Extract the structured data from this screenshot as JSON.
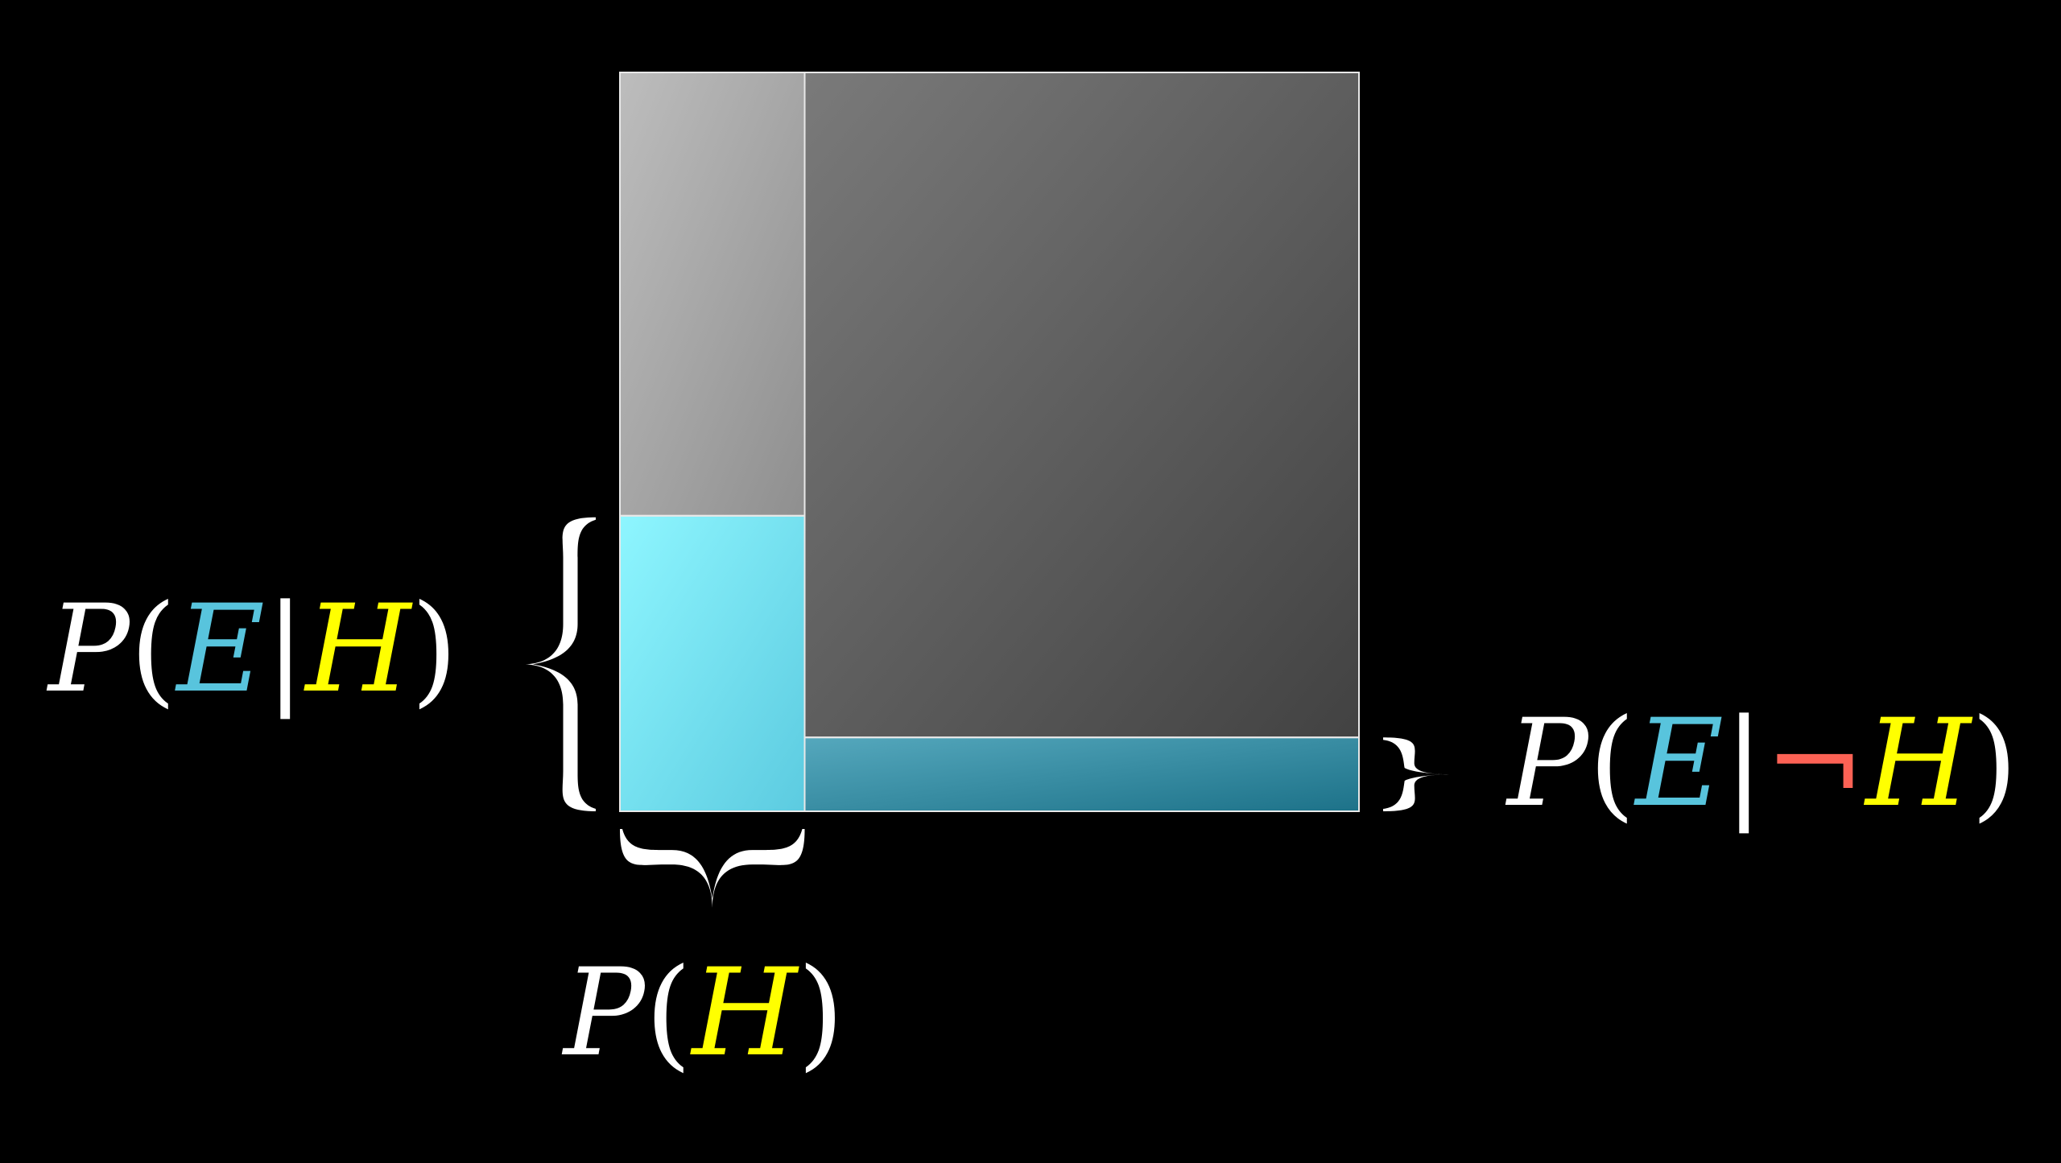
{
  "diagram": {
    "labels": {
      "p_e_given_h": {
        "P": "P",
        "open": "(",
        "E": "E",
        "bar": "|",
        "H": "H",
        "close": ")"
      },
      "p_e_given_not_h": {
        "P": "P",
        "open": "(",
        "E": "E",
        "bar": "|",
        "not": "¬",
        "H": "H",
        "close": ")"
      },
      "p_h": {
        "P": "P",
        "open": "(",
        "H": "H",
        "close": ")"
      }
    },
    "proportions": {
      "p_h": 0.25,
      "p_e_given_h": 0.4,
      "p_e_given_not_h": 0.1
    },
    "colors": {
      "background": "#000000",
      "white": "#ffffff",
      "evidence_blue": "#58c4dd",
      "hypothesis_yellow": "#ffff00",
      "negation_red": "#fc6255",
      "region_h_not_e_light": "#bdbdbd",
      "region_h_not_e_dark": "#8f8f8f",
      "region_not_h_not_e_light": "#7a7a7a",
      "region_not_h_not_e_dark": "#424242",
      "region_h_e_light": "#8ef6ff",
      "region_h_e_dark": "#5ccbe0",
      "region_not_h_e_light": "#55a8bd",
      "region_not_h_e_dark": "#1d7289",
      "outline": "#e8e8e8"
    }
  }
}
